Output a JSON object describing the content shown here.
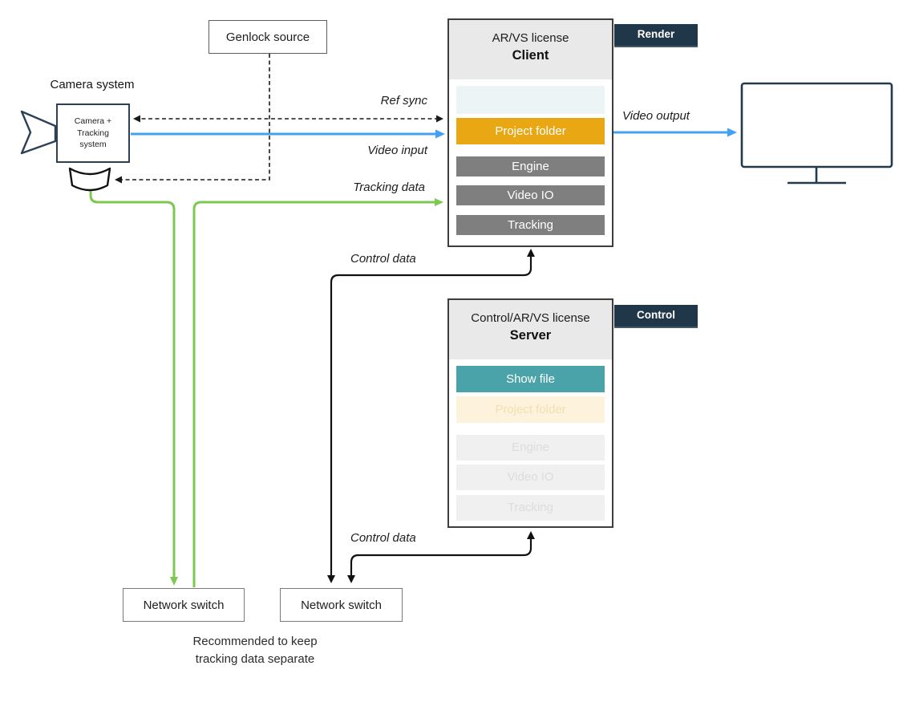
{
  "camera": {
    "title": "Camera system",
    "device_label": "Camera +\nTracking\nsystem"
  },
  "genlock": {
    "label": "Genlock source"
  },
  "client": {
    "license": "AR/VS license",
    "role": "Client",
    "tag": "Render",
    "rows": [
      {
        "label": ""
      },
      {
        "label": "Project folder"
      },
      {
        "label": "Engine"
      },
      {
        "label": "Video IO"
      },
      {
        "label": "Tracking"
      }
    ]
  },
  "server": {
    "license": "Control/AR/VS license",
    "role": "Server",
    "tag": "Control",
    "rows": [
      {
        "label": "Show file"
      },
      {
        "label": "Project folder"
      },
      {
        "label": "Engine"
      },
      {
        "label": "Video IO"
      },
      {
        "label": "Tracking"
      }
    ]
  },
  "switches": [
    {
      "label": "Network switch"
    },
    {
      "label": "Network switch"
    }
  ],
  "edge_labels": {
    "ref_sync": "Ref sync",
    "video_input": "Video input",
    "tracking_data": "Tracking data",
    "control_data_client": "Control data",
    "control_data_server": "Control data",
    "video_output": "Video output"
  },
  "note": "Recommended to keep\ntracking data separate",
  "colors": {
    "accent_orange": "#e8a713",
    "accent_teal": "#4aa3a8",
    "slot_teal": "#ecf4f5",
    "slot_orange": "#fdf3dc",
    "module_gray": "#7f7f7f",
    "slot_gray": "#f0f0f0",
    "tag_navy": "#20374a",
    "arrow_blue": "#42a1f5",
    "arrow_green": "#7dc850",
    "line_black": "#111111"
  }
}
